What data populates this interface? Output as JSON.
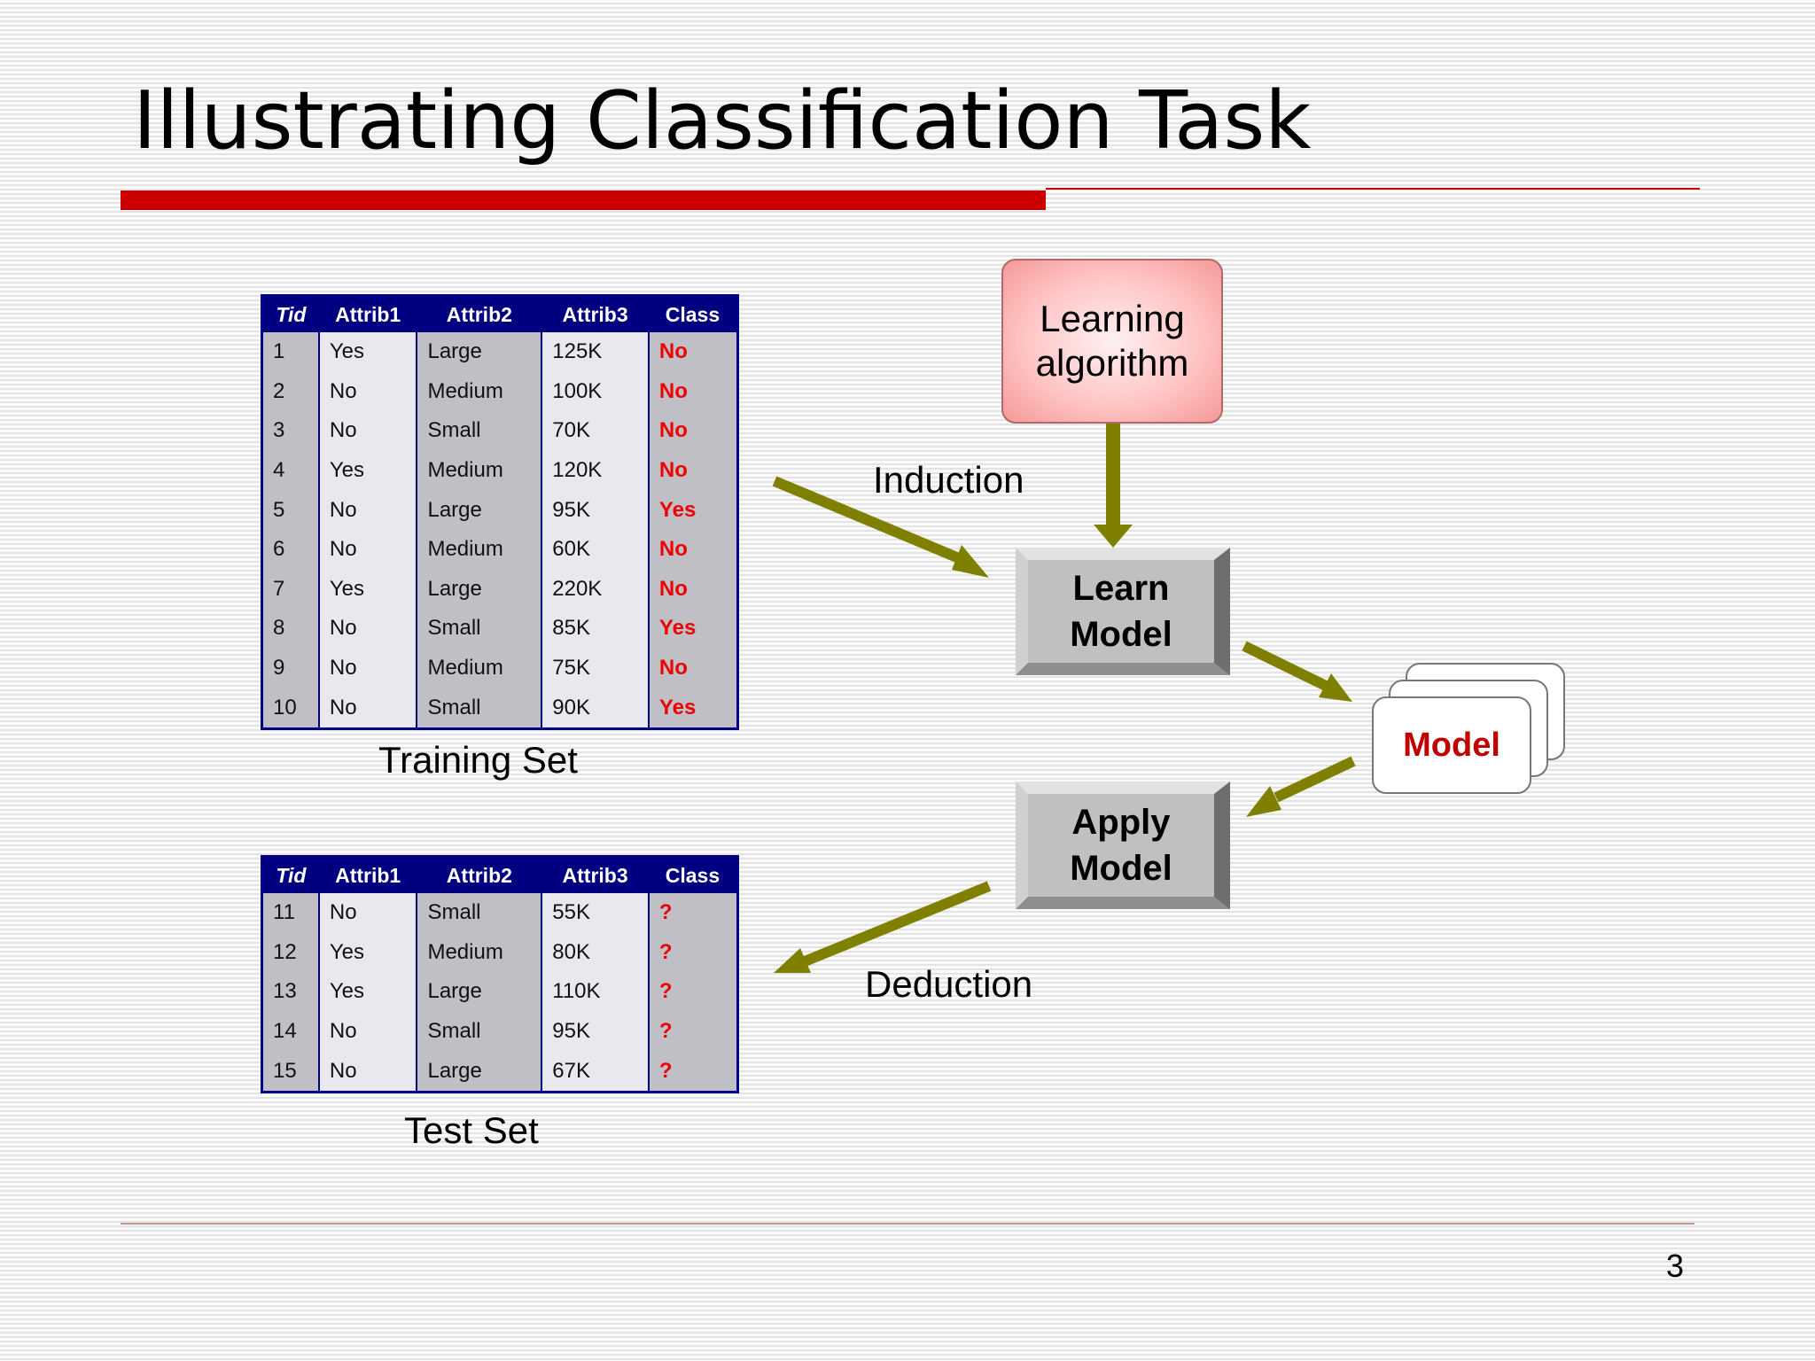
{
  "title": "Illustrating Classification Task",
  "page_number": "3",
  "training_set": {
    "label": "Training Set",
    "headers": [
      "Tid",
      "Attrib1",
      "Attrib2",
      "Attrib3",
      "Class"
    ],
    "rows": [
      [
        "1",
        "Yes",
        "Large",
        "125K",
        "No"
      ],
      [
        "2",
        "No",
        "Medium",
        "100K",
        "No"
      ],
      [
        "3",
        "No",
        "Small",
        "70K",
        "No"
      ],
      [
        "4",
        "Yes",
        "Medium",
        "120K",
        "No"
      ],
      [
        "5",
        "No",
        "Large",
        "95K",
        "Yes"
      ],
      [
        "6",
        "No",
        "Medium",
        "60K",
        "No"
      ],
      [
        "7",
        "Yes",
        "Large",
        "220K",
        "No"
      ],
      [
        "8",
        "No",
        "Small",
        "85K",
        "Yes"
      ],
      [
        "9",
        "No",
        "Medium",
        "75K",
        "No"
      ],
      [
        "10",
        "No",
        "Small",
        "90K",
        "Yes"
      ]
    ]
  },
  "test_set": {
    "label": "Test Set",
    "headers": [
      "Tid",
      "Attrib1",
      "Attrib2",
      "Attrib3",
      "Class"
    ],
    "rows": [
      [
        "11",
        "No",
        "Small",
        "55K",
        "?"
      ],
      [
        "12",
        "Yes",
        "Medium",
        "80K",
        "?"
      ],
      [
        "13",
        "Yes",
        "Large",
        "110K",
        "?"
      ],
      [
        "14",
        "No",
        "Small",
        "95K",
        "?"
      ],
      [
        "15",
        "No",
        "Large",
        "67K",
        "?"
      ]
    ]
  },
  "learning_algorithm": {
    "line1": "Learning",
    "line2": "algorithm"
  },
  "learn_model": {
    "line1": "Learn",
    "line2": "Model"
  },
  "apply_model": {
    "line1": "Apply",
    "line2": "Model"
  },
  "model_label": "Model",
  "induction_label": "Induction",
  "deduction_label": "Deduction",
  "colors": {
    "title_bar": "#cc0000",
    "table_header": "#000080",
    "class_value": "#ee0000",
    "arrow": "#808000",
    "model_text": "#c00000"
  }
}
